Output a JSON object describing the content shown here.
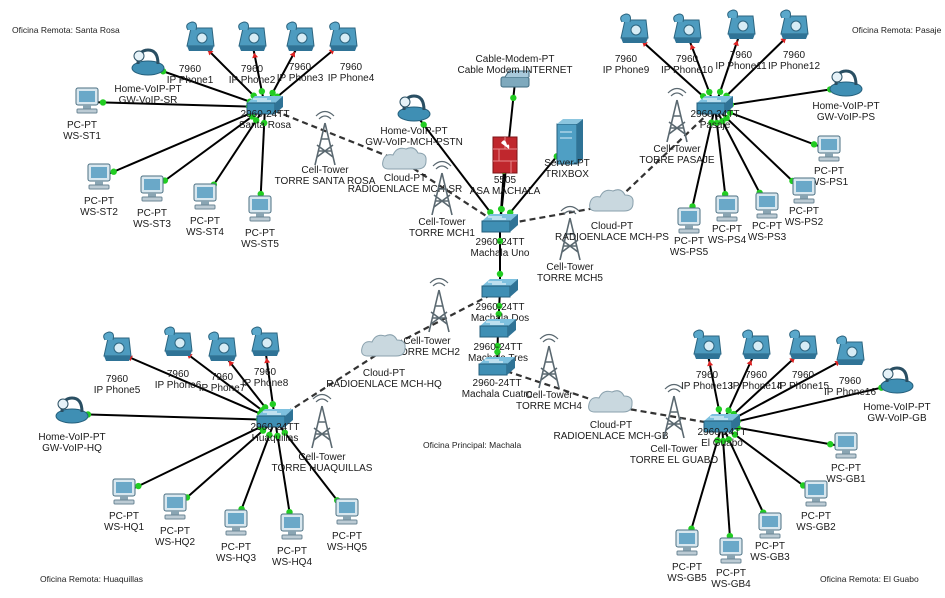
{
  "regions": {
    "santa_rosa": "Oficina Remota: Santa Rosa",
    "pasaje": "Oficina Remota: Pasaje",
    "huaquillas": "Oficina Remota: Huaquillas",
    "el_guabo": "Oficina Remota: El Guabo",
    "machala": "Oficina Principal: Machala"
  },
  "nodes": [
    {
      "id": "sr_sw",
      "type": "switch",
      "lines": [
        "2960-24TT",
        "Santa Rosa"
      ]
    },
    {
      "id": "sr_gw",
      "type": "gateway",
      "lines": [
        "Home-VoIP-PT",
        "GW-VoIP-SR"
      ]
    },
    {
      "id": "sr_ph1",
      "type": "phone",
      "lines": [
        "7960",
        "IP Phone1"
      ]
    },
    {
      "id": "sr_ph2",
      "type": "phone",
      "lines": [
        "7960",
        "IP Phone2"
      ]
    },
    {
      "id": "sr_ph3",
      "type": "phone",
      "lines": [
        "7960",
        "IP Phone3"
      ]
    },
    {
      "id": "sr_ph4",
      "type": "phone",
      "lines": [
        "7960",
        "IP Phone4"
      ]
    },
    {
      "id": "sr_pc1",
      "type": "pc",
      "lines": [
        "PC-PT",
        "WS-ST1"
      ]
    },
    {
      "id": "sr_pc2",
      "type": "pc",
      "lines": [
        "PC-PT",
        "WS-ST2"
      ]
    },
    {
      "id": "sr_pc3",
      "type": "pc",
      "lines": [
        "PC-PT",
        "WS-ST3"
      ]
    },
    {
      "id": "sr_pc4",
      "type": "pc",
      "lines": [
        "PC-PT",
        "WS-ST4"
      ]
    },
    {
      "id": "sr_pc5",
      "type": "pc",
      "lines": [
        "PC-PT",
        "WS-ST5"
      ]
    },
    {
      "id": "sr_tower",
      "type": "tower",
      "lines": [
        "Cell-Tower",
        "TORRE SANTA ROSA"
      ]
    },
    {
      "id": "cloud_sr",
      "type": "cloud",
      "lines": [
        "Cloud-PT",
        "RADIOENLACE MCH-SR"
      ]
    },
    {
      "id": "mch_gw",
      "type": "gateway",
      "lines": [
        "Home-VoIP-PT",
        "GW-VoIP-MCH-PSTN"
      ]
    },
    {
      "id": "modem",
      "type": "modem",
      "lines": [
        "Cable-Modem-PT",
        "Cable Modem INTERNET"
      ]
    },
    {
      "id": "asa",
      "type": "firewall",
      "lines": [
        "5505",
        "ASA MACHALA"
      ]
    },
    {
      "id": "server",
      "type": "server",
      "lines": [
        "Server-PT",
        "TRIXBOX"
      ]
    },
    {
      "id": "mch_sw1",
      "type": "switch",
      "lines": [
        "2960-24TT",
        "Machala Uno"
      ]
    },
    {
      "id": "mch_tower1",
      "type": "tower",
      "lines": [
        "Cell-Tower",
        "TORRE MCH1"
      ]
    },
    {
      "id": "mch_tower5",
      "type": "tower",
      "lines": [
        "Cell-Tower",
        "TORRE MCH5"
      ]
    },
    {
      "id": "cloud_ps",
      "type": "cloud",
      "lines": [
        "Cloud-PT",
        "RADIOENLACE MCH-PS"
      ]
    },
    {
      "id": "mch_sw2",
      "type": "switch",
      "lines": [
        "2960-24TT",
        "Machala Dos"
      ]
    },
    {
      "id": "mch_sw3",
      "type": "switch",
      "lines": [
        "2960-24TT",
        "Machala Tres"
      ]
    },
    {
      "id": "mch_sw4",
      "type": "switch",
      "lines": [
        "2960-24TT",
        "Machala Cuatro"
      ]
    },
    {
      "id": "mch_tower2",
      "type": "tower",
      "lines": [
        "Cell-Tower",
        "TORRE MCH2"
      ]
    },
    {
      "id": "mch_tower4",
      "type": "tower",
      "lines": [
        "Cell-Tower",
        "TORRE MCH4"
      ]
    },
    {
      "id": "ps_tower",
      "type": "tower",
      "lines": [
        "Cell-Tower",
        "TORRE PASAJE"
      ]
    },
    {
      "id": "ps_sw",
      "type": "switch",
      "lines": [
        "2960-24TT",
        "Pasaje"
      ]
    },
    {
      "id": "ps_gw",
      "type": "gateway",
      "lines": [
        "Home-VoIP-PT",
        "GW-VoIP-PS"
      ]
    },
    {
      "id": "ps_ph1",
      "type": "phone",
      "lines": [
        "7960",
        "IP Phone9"
      ]
    },
    {
      "id": "ps_ph2",
      "type": "phone",
      "lines": [
        "7960",
        "IP Phone10"
      ]
    },
    {
      "id": "ps_ph3",
      "type": "phone",
      "lines": [
        "7960",
        "IP Phone11"
      ]
    },
    {
      "id": "ps_ph4",
      "type": "phone",
      "lines": [
        "7960",
        "IP Phone12"
      ]
    },
    {
      "id": "ps_pc1",
      "type": "pc",
      "lines": [
        "PC-PT",
        "WS-PS1"
      ]
    },
    {
      "id": "ps_pc2",
      "type": "pc",
      "lines": [
        "PC-PT",
        "WS-PS2"
      ]
    },
    {
      "id": "ps_pc3",
      "type": "pc",
      "lines": [
        "PC-PT",
        "WS-PS3"
      ]
    },
    {
      "id": "ps_pc4",
      "type": "pc",
      "lines": [
        "PC-PT",
        "WS-PS4"
      ]
    },
    {
      "id": "ps_pc5",
      "type": "pc",
      "lines": [
        "PC-PT",
        "WS-PS5"
      ]
    },
    {
      "id": "hq_sw",
      "type": "switch",
      "lines": [
        "2960-24TT",
        "Huaquillas"
      ]
    },
    {
      "id": "hq_gw",
      "type": "gateway",
      "lines": [
        "Home-VoIP-PT",
        "GW-VoIP-HQ"
      ]
    },
    {
      "id": "hq_ph1",
      "type": "phone",
      "lines": [
        "7960",
        "IP Phone5"
      ]
    },
    {
      "id": "hq_ph2",
      "type": "phone",
      "lines": [
        "7960",
        "IP Phone6"
      ]
    },
    {
      "id": "hq_ph3",
      "type": "phone",
      "lines": [
        "7960",
        "IP Phone7"
      ]
    },
    {
      "id": "hq_ph4",
      "type": "phone",
      "lines": [
        "7960",
        "IP Phone8"
      ]
    },
    {
      "id": "hq_pc1",
      "type": "pc",
      "lines": [
        "PC-PT",
        "WS-HQ1"
      ]
    },
    {
      "id": "hq_pc2",
      "type": "pc",
      "lines": [
        "PC-PT",
        "WS-HQ2"
      ]
    },
    {
      "id": "hq_pc3",
      "type": "pc",
      "lines": [
        "PC-PT",
        "WS-HQ3"
      ]
    },
    {
      "id": "hq_pc4",
      "type": "pc",
      "lines": [
        "PC-PT",
        "WS-HQ4"
      ]
    },
    {
      "id": "hq_pc5",
      "type": "pc",
      "lines": [
        "PC-PT",
        "WS-HQ5"
      ]
    },
    {
      "id": "hq_tower",
      "type": "tower",
      "lines": [
        "Cell-Tower",
        "TORRE HUAQUILLAS"
      ]
    },
    {
      "id": "cloud_hq",
      "type": "cloud",
      "lines": [
        "Cloud-PT",
        "RADIOENLACE MCH-HQ"
      ]
    },
    {
      "id": "cloud_gb",
      "type": "cloud",
      "lines": [
        "Cloud-PT",
        "RADIOENLACE MCH-GB"
      ]
    },
    {
      "id": "gb_tower",
      "type": "tower",
      "lines": [
        "Cell-Tower",
        "TORRE EL GUABO"
      ]
    },
    {
      "id": "gb_sw",
      "type": "switch",
      "lines": [
        "2960-24TT",
        "El Guabo"
      ]
    },
    {
      "id": "gb_gw",
      "type": "gateway",
      "lines": [
        "Home-VoIP-PT",
        "GW-VoIP-GB"
      ]
    },
    {
      "id": "gb_ph1",
      "type": "phone",
      "lines": [
        "7960",
        "IP Phone13"
      ]
    },
    {
      "id": "gb_ph2",
      "type": "phone",
      "lines": [
        "7960",
        "IP Phone14"
      ]
    },
    {
      "id": "gb_ph3",
      "type": "phone",
      "lines": [
        "7960",
        "IP Phone15"
      ]
    },
    {
      "id": "gb_ph4",
      "type": "phone",
      "lines": [
        "7960",
        "IP Phone16"
      ]
    },
    {
      "id": "gb_pc1",
      "type": "pc",
      "lines": [
        "PC-PT",
        "WS-GB1"
      ]
    },
    {
      "id": "gb_pc2",
      "type": "pc",
      "lines": [
        "PC-PT",
        "WS-GB2"
      ]
    },
    {
      "id": "gb_pc3",
      "type": "pc",
      "lines": [
        "PC-PT",
        "WS-GB3"
      ]
    },
    {
      "id": "gb_pc4",
      "type": "pc",
      "lines": [
        "PC-PT",
        "WS-GB4"
      ]
    },
    {
      "id": "gb_pc5",
      "type": "pc",
      "lines": [
        "PC-PT",
        "WS-GB5"
      ]
    }
  ],
  "colors": {
    "link": "#000000",
    "wireless_link": "#333333",
    "port_up": "#22cc22",
    "port_phone": "#dd2222",
    "device_body": "#3f8fb4",
    "device_dark": "#245f7c",
    "firewall": "#c0272d"
  }
}
